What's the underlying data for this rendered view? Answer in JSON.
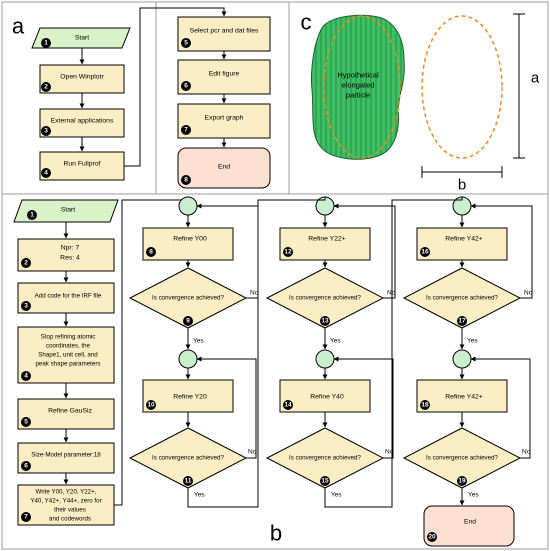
{
  "panels": {
    "a": "a",
    "b": "b",
    "c": "c"
  },
  "a_left": [
    {
      "n": "1",
      "label": "Start"
    },
    {
      "n": "2",
      "label": "Open Winplotr"
    },
    {
      "n": "3",
      "label": "External applications"
    },
    {
      "n": "4",
      "label": "Run Fullprof"
    }
  ],
  "a_right": [
    {
      "n": "5",
      "label": "Select pcr and dat files"
    },
    {
      "n": "6",
      "label": "Edit figure"
    },
    {
      "n": "7",
      "label": "Export graph"
    },
    {
      "n": "8",
      "label": "End"
    }
  ],
  "c": {
    "particle_line1": "Hypothetical",
    "particle_line2": "elongated",
    "particle_line3": "particle",
    "dim_a": "a",
    "dim_b": "b"
  },
  "b_col1": {
    "start": {
      "n": "1",
      "label": "Start"
    },
    "s2": {
      "n": "2",
      "line1": "Npr: 7",
      "line2": "Res: 4"
    },
    "s3": {
      "n": "3",
      "label": "Add code for the IRF file"
    },
    "s4": {
      "n": "4",
      "line1": "Stop refining atomic",
      "line2": "coordinates, the",
      "line3": "Shape1, unit cell, and",
      "line4": "peak shape parameters"
    },
    "s5": {
      "n": "5",
      "label": "Refine GauSiz"
    },
    "s6": {
      "n": "6",
      "label": "Size-Model parameter:18"
    },
    "s7": {
      "n": "7",
      "line1": "Write Y00, Y20, Y22+,",
      "line2": "Y40, Y42+, Y44+, zero for",
      "line3": "their values",
      "line4": "and codewords"
    }
  },
  "b_loops": [
    {
      "refine_a": "Refine Y00",
      "na": "8",
      "nd1": "9",
      "refine_b": "Refine Y20",
      "nb": "10",
      "nd2": "11"
    },
    {
      "refine_a": "Refine Y22+",
      "na": "12",
      "nd1": "13",
      "refine_b": "Refine Y40",
      "nb": "14",
      "nd2": "15"
    },
    {
      "refine_a": "Refine Y42+",
      "na": "16",
      "nd1": "17",
      "refine_b": "Refine Y42+",
      "nb": "18",
      "nd2": "19"
    }
  ],
  "question": "Is convergence achieved?",
  "yes": "Yes",
  "no": "No",
  "b_end": {
    "n": "20",
    "label": "End"
  },
  "colors": {
    "box": "#fbeec4",
    "end": "#fde0d2",
    "start": "#d9f2c7",
    "node": "#c9efcf",
    "particle": "#3fbf63",
    "ellipse": "#f08a24"
  }
}
